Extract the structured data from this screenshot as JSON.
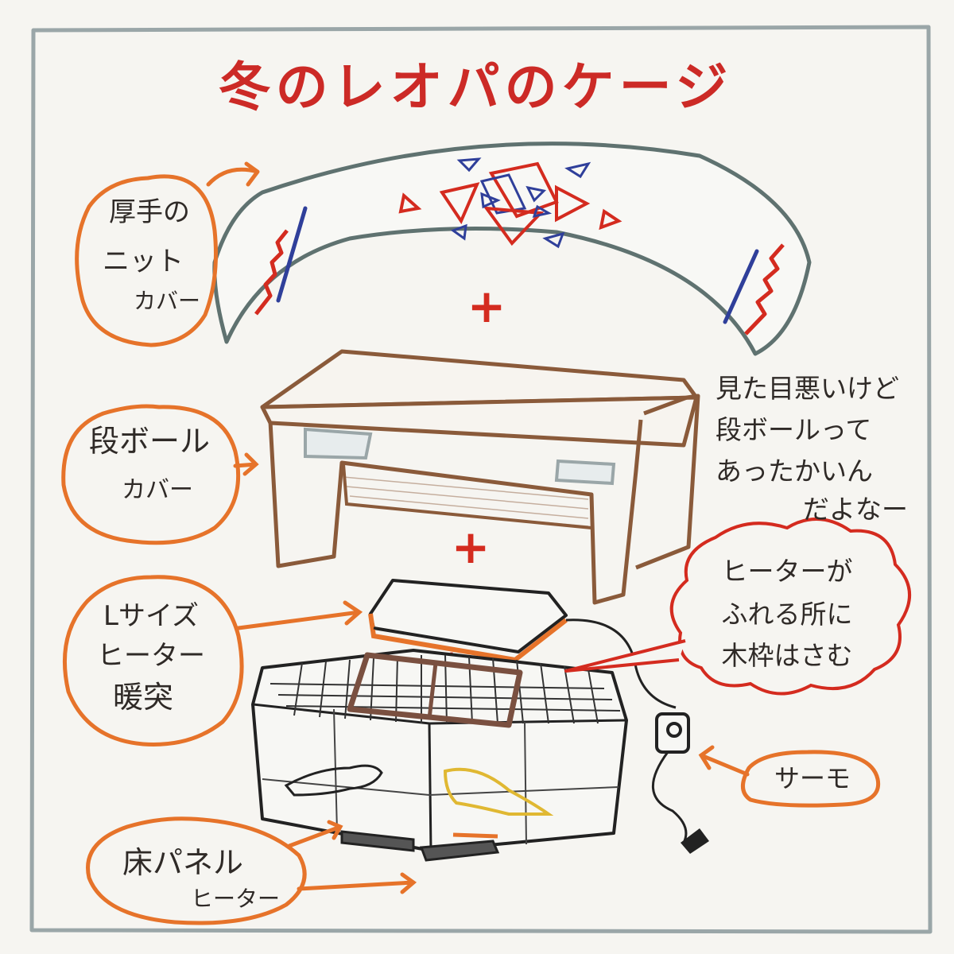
{
  "title": "冬のレオパのケージ",
  "labels": {
    "knit_cover": [
      "厚手の",
      "ニット",
      "カバー"
    ],
    "cardboard_cover": [
      "段ボール",
      "カバー"
    ],
    "heater": [
      "Lサイズ",
      "ヒーター",
      "暖突"
    ],
    "floor_heater": [
      "床パネル",
      "ヒーター"
    ],
    "thermo": "サーモ"
  },
  "notes": {
    "cardboard_comment": [
      "見た目悪いけど",
      "段ボールって",
      "あったかいん",
      "だよなー"
    ],
    "wood_frame_comment": [
      "ヒーターが",
      "ふれる所に",
      "木枠はさむ"
    ]
  },
  "plus_sign": "+",
  "colors": {
    "title": "#cc2a26",
    "callout_outline": "#e6732a",
    "cardboard": "#8a5a3a",
    "knit_red": "#d42b1f",
    "knit_blue": "#2f3f9a",
    "wood_frame": "#7a5040",
    "gecko_yellow": "#e0b832",
    "frame_border": "#9aa6a8"
  }
}
